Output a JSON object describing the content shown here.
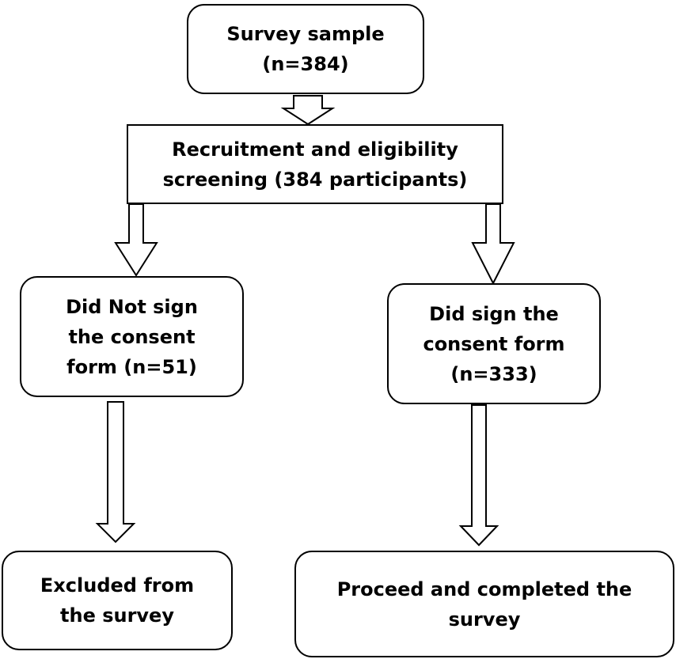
{
  "nodes": {
    "survey_sample": {
      "line1": "Survey sample",
      "line2": "(n=384)"
    },
    "recruitment": {
      "line1": "Recruitment and eligibility",
      "line2": "screening (384 participants)"
    },
    "not_signed": {
      "line1": "Did Not sign",
      "line2": "the consent",
      "line3": "form (n=51)"
    },
    "signed": {
      "line1": "Did sign the",
      "line2": "consent form",
      "line3": "(n=333)"
    },
    "excluded": {
      "line1": "Excluded from",
      "line2": "the survey"
    },
    "completed": {
      "line1": "Proceed and completed the",
      "line2": "survey"
    }
  },
  "edges": [
    {
      "from": "survey_sample",
      "to": "recruitment"
    },
    {
      "from": "recruitment",
      "to": "not_signed"
    },
    {
      "from": "recruitment",
      "to": "signed"
    },
    {
      "from": "not_signed",
      "to": "excluded"
    },
    {
      "from": "signed",
      "to": "completed"
    }
  ],
  "colors": {
    "stroke": "#000000",
    "fill": "#ffffff"
  }
}
